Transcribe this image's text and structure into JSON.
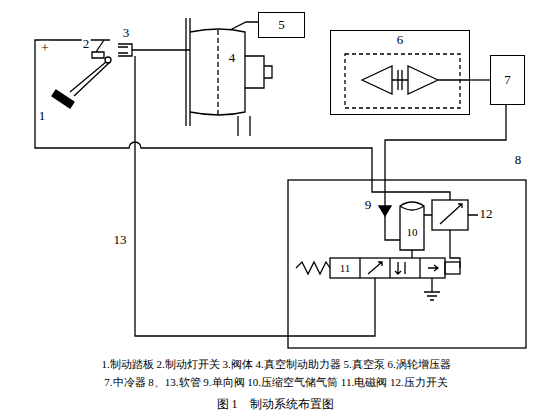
{
  "diagram": {
    "caption": "图 1　制动系统布置图",
    "nodes": [
      {
        "text": [
          "5"
        ]
      },
      {
        "text": [
          "6"
        ]
      },
      {
        "text": [
          "7"
        ]
      }
    ],
    "edges": [
      {
        "from": 1,
        "to": 2,
        "arrow": "none"
      }
    ],
    "labels": [
      "+",
      "1",
      "2",
      "3",
      "4",
      "8",
      "9",
      "10",
      "11",
      "12",
      "13",
      "1.制动踏板 2.制动灯开关 3.阀体 4.真空制动助力器 5.真空泵 6.涡轮增压器",
      "7.中冷器 8、13.软管 9.单向阀 10.压缩空气储气筒 11.电磁阀 12.压力开关"
    ]
  }
}
